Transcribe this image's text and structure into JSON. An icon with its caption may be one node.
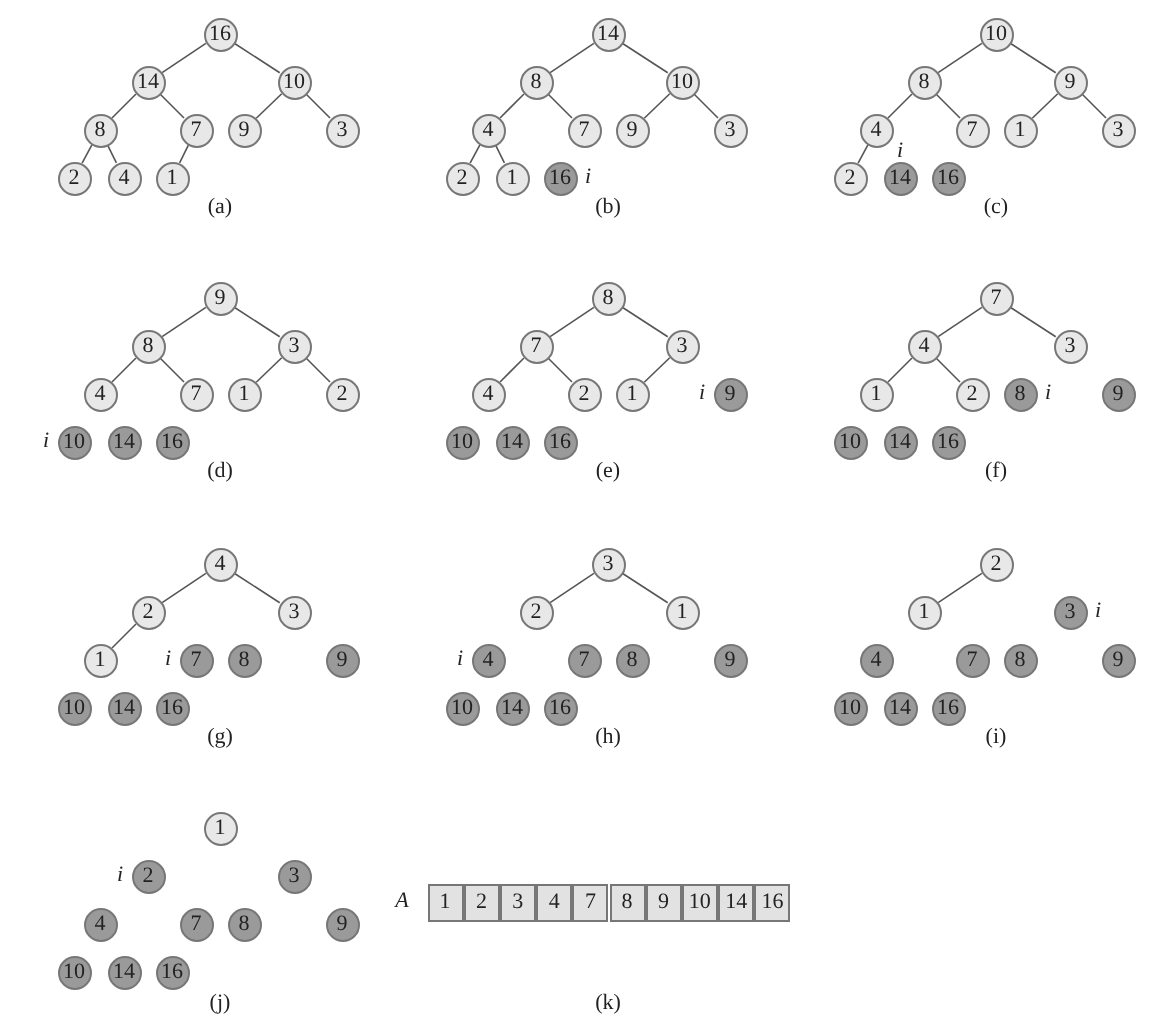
{
  "diagram": {
    "nodes": [
      {
        "text": [
          "16"
        ]
      },
      {
        "text": [
          "14"
        ]
      },
      {
        "text": [
          "10"
        ]
      },
      {
        "text": [
          "8"
        ]
      },
      {
        "text": [
          "7"
        ]
      },
      {
        "text": [
          "9"
        ]
      },
      {
        "text": [
          "3"
        ]
      },
      {
        "text": [
          "2"
        ]
      },
      {
        "text": [
          "4"
        ]
      },
      {
        "text": [
          "1"
        ]
      },
      {
        "text": [
          "14"
        ]
      },
      {
        "text": [
          "8"
        ]
      },
      {
        "text": [
          "10"
        ]
      },
      {
        "text": [
          "4"
        ]
      },
      {
        "text": [
          "7"
        ]
      },
      {
        "text": [
          "9"
        ]
      },
      {
        "text": [
          "3"
        ]
      },
      {
        "text": [
          "2"
        ]
      },
      {
        "text": [
          "1"
        ]
      },
      {
        "text": [
          "16"
        ],
        "beside": [
          "i"
        ]
      },
      {
        "text": [
          "10"
        ]
      },
      {
        "text": [
          "8"
        ]
      },
      {
        "text": [
          "9"
        ]
      },
      {
        "text": [
          "4"
        ]
      },
      {
        "text": [
          "7"
        ]
      },
      {
        "text": [
          "1"
        ]
      },
      {
        "text": [
          "3"
        ]
      },
      {
        "text": [
          "2"
        ]
      },
      {
        "text": [
          "14"
        ],
        "beside": [
          "i"
        ]
      },
      {
        "text": [
          "16"
        ]
      },
      {
        "text": [
          "9"
        ]
      },
      {
        "text": [
          "8"
        ]
      },
      {
        "text": [
          "3"
        ]
      },
      {
        "text": [
          "4"
        ]
      },
      {
        "text": [
          "7"
        ]
      },
      {
        "text": [
          "1"
        ]
      },
      {
        "text": [
          "2"
        ]
      },
      {
        "text": [
          "10"
        ],
        "beside": [
          "i"
        ]
      },
      {
        "text": [
          "14"
        ]
      },
      {
        "text": [
          "16"
        ]
      },
      {
        "text": [
          "8"
        ]
      },
      {
        "text": [
          "7"
        ]
      },
      {
        "text": [
          "3"
        ]
      },
      {
        "text": [
          "4"
        ]
      },
      {
        "text": [
          "2"
        ]
      },
      {
        "text": [
          "1"
        ]
      },
      {
        "text": [
          "9"
        ],
        "beside": [
          "i"
        ]
      },
      {
        "text": [
          "10"
        ]
      },
      {
        "text": [
          "14"
        ]
      },
      {
        "text": [
          "16"
        ]
      },
      {
        "text": [
          "7"
        ]
      },
      {
        "text": [
          "4"
        ]
      },
      {
        "text": [
          "3"
        ]
      },
      {
        "text": [
          "1"
        ]
      },
      {
        "text": [
          "2"
        ]
      },
      {
        "text": [
          "8"
        ],
        "beside": [
          "i"
        ]
      },
      {
        "text": [
          "9"
        ]
      },
      {
        "text": [
          "10"
        ]
      },
      {
        "text": [
          "14"
        ]
      },
      {
        "text": [
          "16"
        ]
      },
      {
        "text": [
          "4"
        ]
      },
      {
        "text": [
          "2"
        ]
      },
      {
        "text": [
          "3"
        ]
      },
      {
        "text": [
          "1"
        ]
      },
      {
        "text": [
          "7"
        ],
        "beside": [
          "i"
        ]
      },
      {
        "text": [
          "8"
        ]
      },
      {
        "text": [
          "9"
        ]
      },
      {
        "text": [
          "10"
        ]
      },
      {
        "text": [
          "14"
        ]
      },
      {
        "text": [
          "16"
        ]
      },
      {
        "text": [
          "3"
        ]
      },
      {
        "text": [
          "2"
        ]
      },
      {
        "text": [
          "1"
        ]
      },
      {
        "text": [
          "4"
        ],
        "beside": [
          "i"
        ]
      },
      {
        "text": [
          "7"
        ]
      },
      {
        "text": [
          "8"
        ]
      },
      {
        "text": [
          "9"
        ]
      },
      {
        "text": [
          "10"
        ]
      },
      {
        "text": [
          "14"
        ]
      },
      {
        "text": [
          "16"
        ]
      },
      {
        "text": [
          "2"
        ]
      },
      {
        "text": [
          "1"
        ]
      },
      {
        "text": [
          "3"
        ],
        "beside": [
          "i"
        ]
      },
      {
        "text": [
          "4"
        ]
      },
      {
        "text": [
          "7"
        ]
      },
      {
        "text": [
          "8"
        ]
      },
      {
        "text": [
          "9"
        ]
      },
      {
        "text": [
          "10"
        ]
      },
      {
        "text": [
          "14"
        ]
      },
      {
        "text": [
          "16"
        ]
      },
      {
        "text": [
          "1"
        ]
      },
      {
        "text": [
          "2"
        ],
        "beside": [
          "i"
        ]
      },
      {
        "text": [
          "3"
        ]
      },
      {
        "text": [
          "4"
        ]
      },
      {
        "text": [
          "7"
        ]
      },
      {
        "text": [
          "8"
        ]
      },
      {
        "text": [
          "9"
        ]
      },
      {
        "text": [
          "10"
        ]
      },
      {
        "text": [
          "14"
        ]
      },
      {
        "text": [
          "16"
        ]
      }
    ],
    "edges": [
      {
        "from": 0,
        "to": 1,
        "arrow": "none"
      },
      {
        "from": 0,
        "to": 2,
        "arrow": "none"
      },
      {
        "from": 1,
        "to": 3,
        "arrow": "none"
      },
      {
        "from": 1,
        "to": 4,
        "arrow": "none"
      },
      {
        "from": 2,
        "to": 5,
        "arrow": "none"
      },
      {
        "from": 2,
        "to": 6,
        "arrow": "none"
      },
      {
        "from": 3,
        "to": 7,
        "arrow": "none"
      },
      {
        "from": 3,
        "to": 8,
        "arrow": "none"
      },
      {
        "from": 4,
        "to": 9,
        "arrow": "none"
      },
      {
        "from": 10,
        "to": 11,
        "arrow": "none"
      },
      {
        "from": 10,
        "to": 12,
        "arrow": "none"
      },
      {
        "from": 11,
        "to": 13,
        "arrow": "none"
      },
      {
        "from": 11,
        "to": 14,
        "arrow": "none"
      },
      {
        "from": 12,
        "to": 15,
        "arrow": "none"
      },
      {
        "from": 12,
        "to": 16,
        "arrow": "none"
      },
      {
        "from": 13,
        "to": 17,
        "arrow": "none"
      },
      {
        "from": 13,
        "to": 18,
        "arrow": "none"
      },
      {
        "from": 20,
        "to": 21,
        "arrow": "none"
      },
      {
        "from": 20,
        "to": 22,
        "arrow": "none"
      },
      {
        "from": 21,
        "to": 23,
        "arrow": "none"
      },
      {
        "from": 21,
        "to": 24,
        "arrow": "none"
      },
      {
        "from": 22,
        "to": 25,
        "arrow": "none"
      },
      {
        "from": 22,
        "to": 26,
        "arrow": "none"
      },
      {
        "from": 23,
        "to": 27,
        "arrow": "none"
      },
      {
        "from": 30,
        "to": 31,
        "arrow": "none"
      },
      {
        "from": 30,
        "to": 32,
        "arrow": "none"
      },
      {
        "from": 31,
        "to": 33,
        "arrow": "none"
      },
      {
        "from": 31,
        "to": 34,
        "arrow": "none"
      },
      {
        "from": 32,
        "to": 35,
        "arrow": "none"
      },
      {
        "from": 32,
        "to": 36,
        "arrow": "none"
      },
      {
        "from": 40,
        "to": 41,
        "arrow": "none"
      },
      {
        "from": 40,
        "to": 42,
        "arrow": "none"
      },
      {
        "from": 41,
        "to": 43,
        "arrow": "none"
      },
      {
        "from": 41,
        "to": 44,
        "arrow": "none"
      },
      {
        "from": 42,
        "to": 45,
        "arrow": "none"
      },
      {
        "from": 50,
        "to": 51,
        "arrow": "none"
      },
      {
        "from": 50,
        "to": 52,
        "arrow": "none"
      },
      {
        "from": 51,
        "to": 53,
        "arrow": "none"
      },
      {
        "from": 51,
        "to": 54,
        "arrow": "none"
      },
      {
        "from": 60,
        "to": 61,
        "arrow": "none"
      },
      {
        "from": 60,
        "to": 62,
        "arrow": "none"
      },
      {
        "from": 61,
        "to": 63,
        "arrow": "none"
      },
      {
        "from": 70,
        "to": 71,
        "arrow": "none"
      },
      {
        "from": 70,
        "to": 72,
        "arrow": "none"
      },
      {
        "from": 80,
        "to": 81,
        "arrow": "none"
      }
    ],
    "labels": [
      "(a)",
      "(b)",
      "(c)",
      "(d)",
      "(e)",
      "(f)",
      "(g)",
      "(h)",
      "(i)",
      "A",
      "1",
      "2",
      "3",
      "4",
      "7",
      "8",
      "9",
      "10",
      "14",
      "16",
      "(j)",
      "(k)"
    ]
  }
}
